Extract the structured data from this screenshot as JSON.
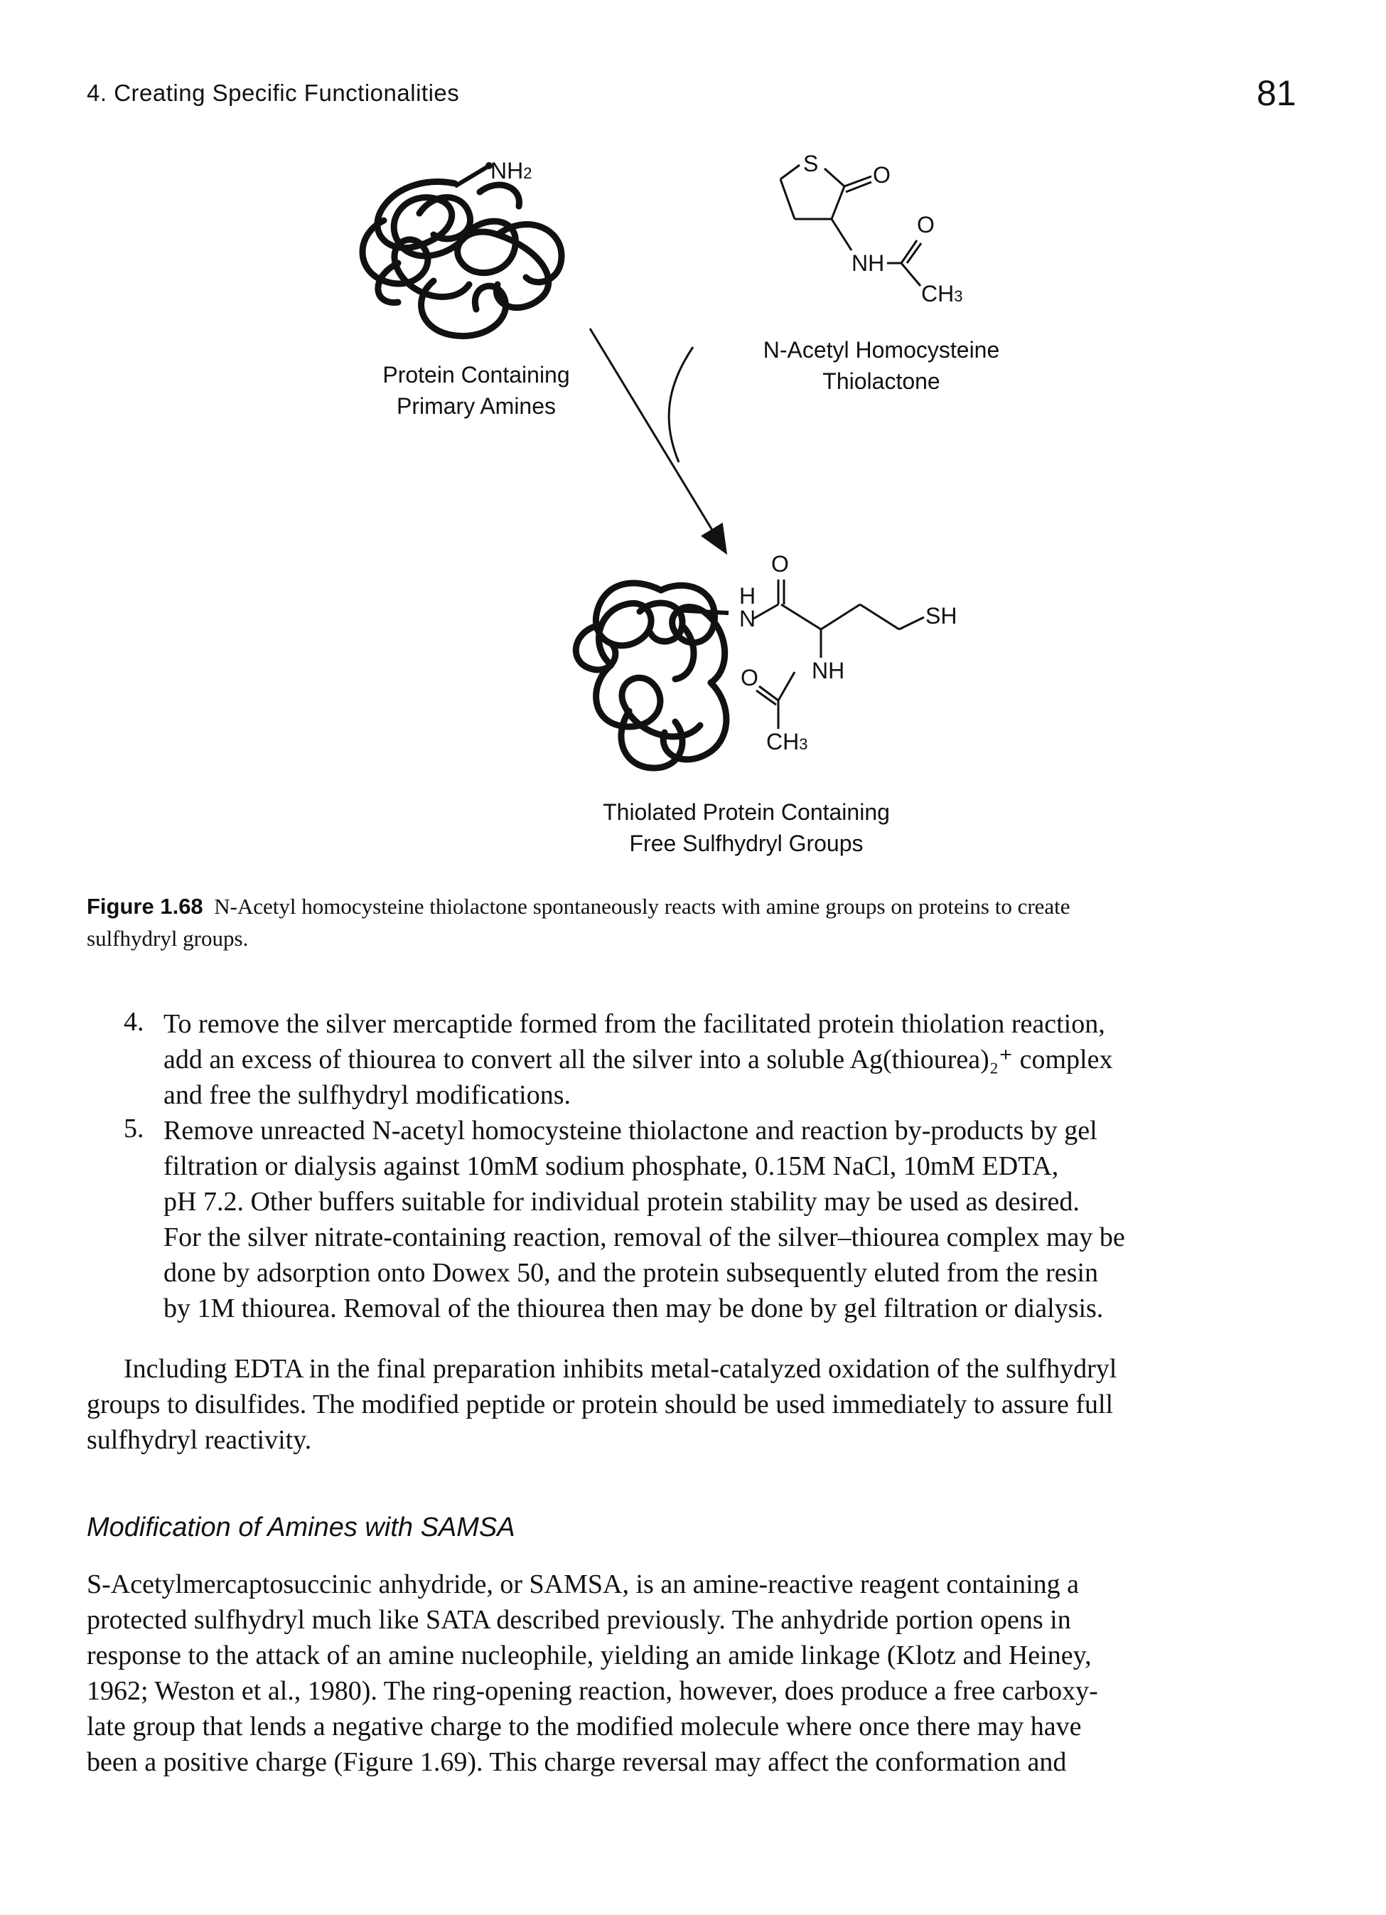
{
  "header": {
    "running_title": "4. Creating Specific Functionalities",
    "page_number": "81"
  },
  "figure": {
    "labels": {
      "reactant_protein": [
        "Protein Containing",
        "Primary Amines"
      ],
      "reagent": [
        "N-Acetyl Homocysteine",
        "Thiolactone"
      ],
      "product": [
        "Thiolated Protein Containing",
        "Free Sulfhydryl Groups"
      ]
    },
    "atoms": {
      "nh2": "NH",
      "nh2_sub": "2",
      "s": "S",
      "o_ring": "O",
      "o_acetyl": "O",
      "nh": "NH",
      "ch3": "CH",
      "ch3_sub": "3",
      "p_o_top": "O",
      "p_h": "H",
      "p_n": "N",
      "p_sh": "SH",
      "p_o_low": "O",
      "p_nh": "NH",
      "p_ch3": "CH",
      "p_ch3_sub": "3"
    },
    "caption_label": "Figure 1.68",
    "caption_line1": "N-Acetyl homocysteine thiolactone spontaneously reacts with amine groups on proteins to create",
    "caption_line2": "sulfhydryl groups."
  },
  "list": [
    {
      "number": "4.",
      "lines": [
        "To remove the silver mercaptide formed from the facilitated protein thiolation reaction,",
        "add an excess of thiourea to convert all the silver into a soluble Ag(thiourea)₂⁺ complex",
        "and free the sulfhydryl modifications."
      ]
    },
    {
      "number": "5.",
      "lines": [
        "Remove unreacted N-acetyl homocysteine thiolactone and reaction by-products by gel",
        "filtration or dialysis against 10mM sodium phosphate, 0.15M NaCl, 10mM EDTA,",
        "pH 7.2. Other buffers suitable for individual protein stability may be used as desired.",
        "For the silver nitrate-containing reaction, removal of the silver–thiourea complex may be",
        "done by adsorption onto Dowex 50, and the protein subsequently eluted from the resin",
        "by 1M thiourea. Removal of the thiourea then may be done by gel filtration or dialysis."
      ]
    }
  ],
  "paragraph_edta": [
    "Including EDTA in the final preparation inhibits metal-catalyzed oxidation of the sulfhydryl",
    "groups to disulfides. The modified peptide or protein should be used immediately to assure full",
    "sulfhydryl reactivity."
  ],
  "section_heading": "Modification of Amines with SAMSA",
  "paragraph_samsa": [
    "S-Acetylmercaptosuccinic anhydride, or SAMSA, is an amine-reactive reagent containing a",
    "protected sulfhydryl much like SATA described previously. The anhydride portion opens in",
    "response to the attack of an amine nucleophile, yielding an amide linkage (Klotz and Heiney,",
    "1962; Weston et al., 1980). The ring-opening reaction, however, does produce a free carboxy-",
    "late group that lends a negative charge to the modified molecule where once there may have",
    "been a positive charge (Figure 1.69). This charge reversal may affect the conformation and"
  ]
}
